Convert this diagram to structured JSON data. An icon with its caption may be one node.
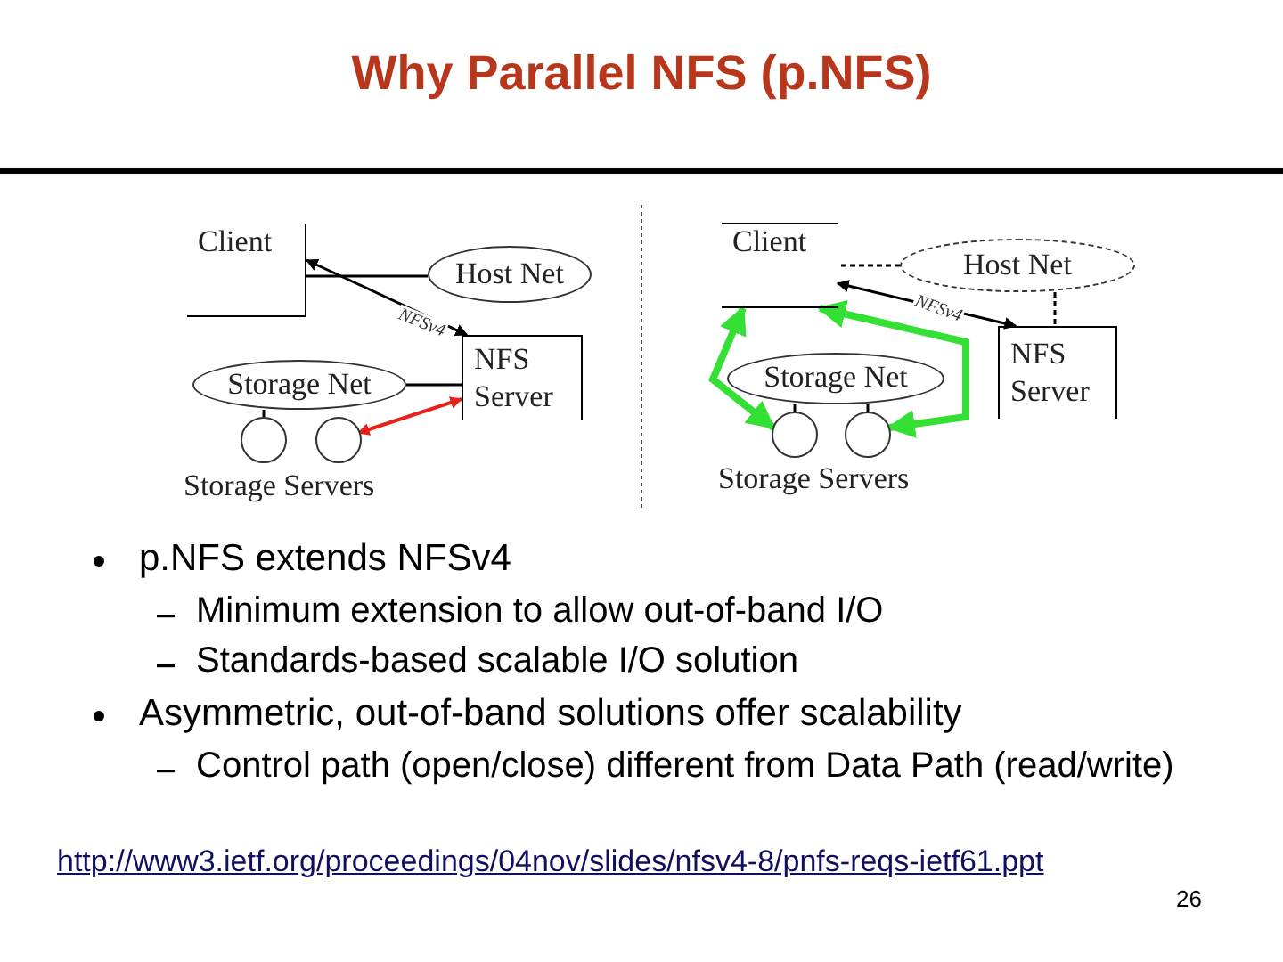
{
  "diagram": {
    "title": "Why Parallel NFS (p.NFS)",
    "nodes": [
      {
        "text": [
          "Client"
        ]
      },
      {
        "text": [
          "Host Net"
        ]
      },
      {
        "text": [
          "NFS Server"
        ]
      },
      {
        "text": [
          "Storage Net"
        ]
      },
      {
        "text": [],
        "shape": "circle"
      },
      {
        "text": [],
        "shape": "circle"
      },
      {
        "text": [
          "Client"
        ]
      },
      {
        "text": [
          "Host Net"
        ]
      },
      {
        "text": [
          "NFS Server"
        ]
      },
      {
        "text": [
          "Storage Net"
        ]
      },
      {
        "text": [],
        "shape": "circle"
      },
      {
        "text": [],
        "shape": "circle"
      }
    ],
    "edges": [
      {
        "from": 0,
        "to": 2,
        "arrow": "both",
        "label": "NFSv4"
      },
      {
        "from": 1,
        "to": 0,
        "arrow": "none"
      },
      {
        "from": 3,
        "to": 2,
        "arrow": "none"
      },
      {
        "from": 3,
        "to": 4,
        "arrow": "none"
      },
      {
        "from": 2,
        "to": 5,
        "arrow": "both",
        "color": "#e8201c"
      },
      {
        "from": 6,
        "to": 8,
        "arrow": "both",
        "label": "NFSv4"
      },
      {
        "from": 7,
        "to": 6,
        "arrow": "none",
        "style": "dashed"
      },
      {
        "from": 7,
        "to": 8,
        "arrow": "none",
        "style": "dashed"
      },
      {
        "from": 9,
        "to": 10,
        "arrow": "none"
      },
      {
        "from": 9,
        "to": 11,
        "arrow": "none"
      },
      {
        "from": 6,
        "to": 10,
        "arrow": "both",
        "style": "thick",
        "color": "#33e033"
      },
      {
        "from": 6,
        "to": 11,
        "arrow": "both",
        "style": "thick",
        "color": "#33e033"
      }
    ],
    "labels": [
      "Storage Servers",
      "Storage Servers",
      "p.NFS extends NFSv4",
      "Minimum extension to allow out-of-band I/O",
      "Standards-based scalable I/O solution",
      "Asymmetric, out-of-band solutions offer scalability",
      "Control path (open/close) different from Data Path (read/write)",
      "http://www3.ietf.org/proceedings/04nov/slides/nfsv4-8/pnfs-reqs-ietf61.ppt",
      "26"
    ]
  }
}
